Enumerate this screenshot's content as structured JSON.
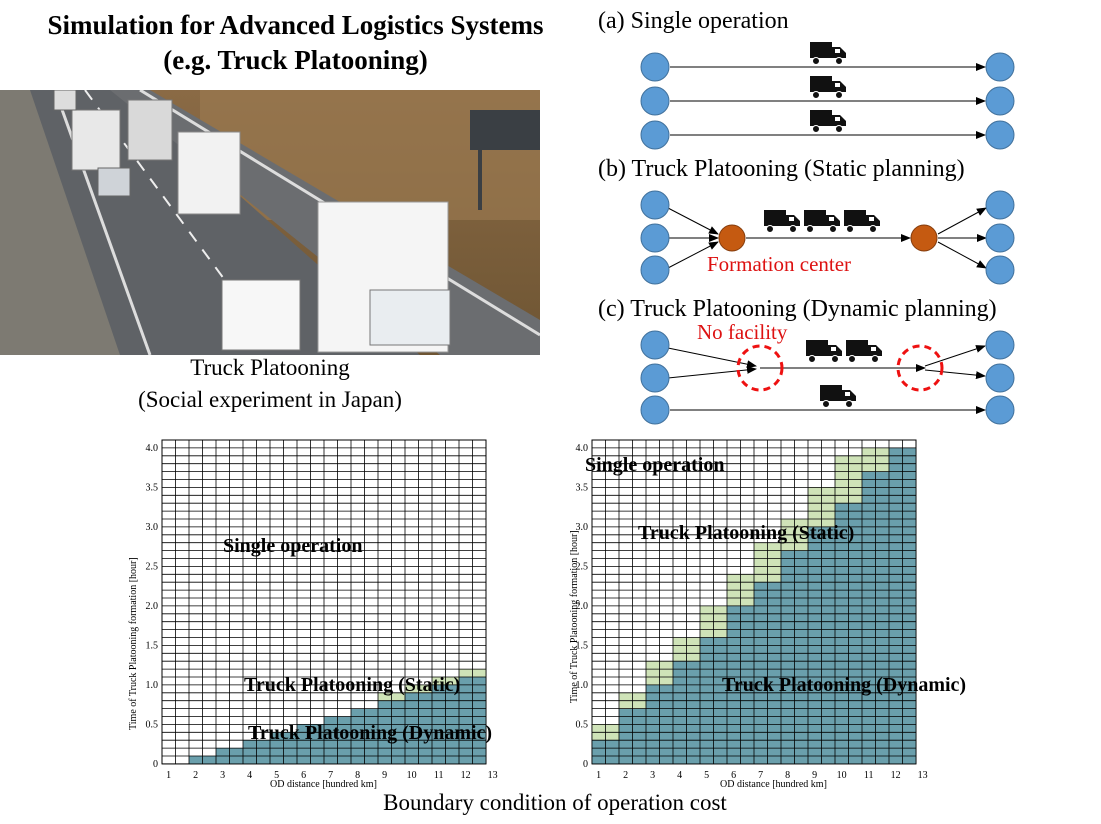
{
  "title_line1": "Simulation for Advanced Logistics Systems",
  "title_line2": "(e.g. Truck Platooning)",
  "photo": {
    "caption_line1": "Truck Platooning",
    "caption_line2": "(Social experiment in Japan)"
  },
  "diagrams": {
    "a_label": "(a) Single operation",
    "b_label": "(b) Truck Platooning (Static planning)",
    "b_center_label": "Formation center",
    "c_label": "(c) Truck Platooning (Dynamic planning)",
    "c_nofacility_label": "No facility"
  },
  "colors": {
    "node_blue": "#5b9bd5",
    "node_orange": "#c55a11",
    "accent_red": "#dd1111",
    "dynamic_fill": "#6a9fac",
    "static_fill": "#cfe3b8"
  },
  "chart_data": [
    {
      "type": "heatmap",
      "x_label": "OD distance [hundred km]",
      "y_label": "Time of Truck Platooning formation [hour]",
      "x_ticks": [
        "1",
        "2",
        "3",
        "4",
        "5",
        "6",
        "7",
        "8",
        "9",
        "10",
        "11",
        "12",
        "13"
      ],
      "y_ticks": [
        "0",
        "0.5",
        "1.0",
        "1.5",
        "2.0",
        "2.5",
        "3.0",
        "3.5",
        "4.0"
      ],
      "grid": true,
      "region_labels": [
        "Single operation",
        "Truck Platooning (Static)",
        "Truck Platooning (Dynamic)"
      ],
      "dynamic_upper_hours": [
        0,
        0.1,
        0.2,
        0.3,
        0.4,
        0.5,
        0.6,
        0.7,
        0.8,
        0.9,
        1.0,
        1.1,
        1.2
      ],
      "static_upper_hours": [
        0,
        0.1,
        0.2,
        0.3,
        0.4,
        0.5,
        0.6,
        0.7,
        0.9,
        1.0,
        1.1,
        1.2,
        1.3
      ]
    },
    {
      "type": "heatmap",
      "x_label": "OD distance [hundred km]",
      "y_label": "Time of Truck Platooning formation [hour]",
      "x_ticks": [
        "1",
        "2",
        "3",
        "4",
        "5",
        "6",
        "7",
        "8",
        "9",
        "10",
        "11",
        "12",
        "13"
      ],
      "y_ticks": [
        "0",
        "0.5",
        "1.0",
        "1.5",
        "2.0",
        "2.5",
        "3.0",
        "3.5",
        "4.0"
      ],
      "grid": true,
      "region_labels": [
        "Single operation",
        "Truck Platooning (Static)",
        "Truck Platooning (Dynamic)"
      ],
      "dynamic_upper_hours": [
        0.3,
        0.7,
        1.0,
        1.3,
        1.6,
        2.0,
        2.3,
        2.7,
        3.0,
        3.3,
        3.7,
        4.0,
        4.0
      ],
      "static_upper_hours": [
        0.5,
        0.9,
        1.3,
        1.6,
        2.0,
        2.4,
        2.8,
        3.1,
        3.5,
        3.9,
        4.0,
        4.0,
        4.0
      ]
    }
  ],
  "bottom_caption": "Boundary condition of operation cost"
}
